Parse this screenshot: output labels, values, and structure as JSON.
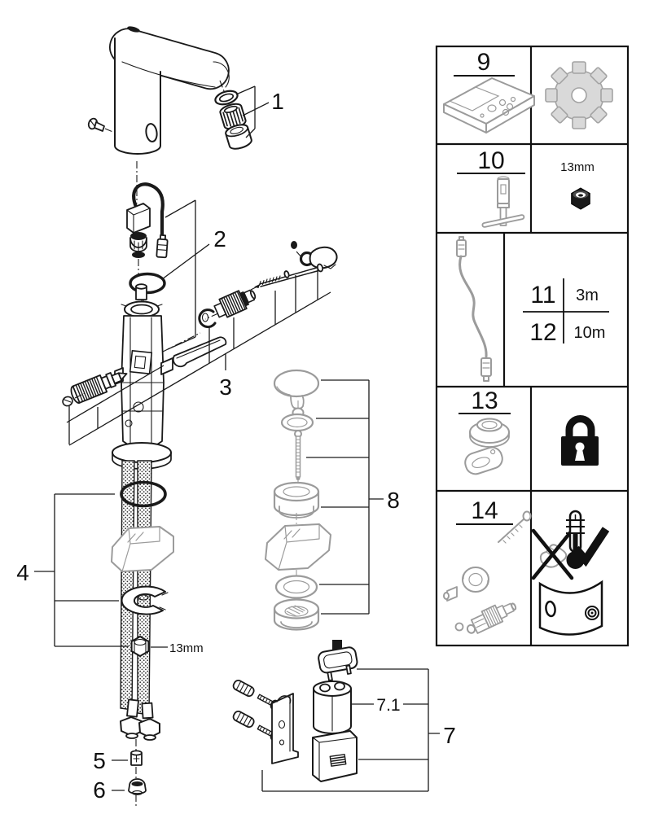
{
  "main_diagram": {
    "labels": {
      "part1": "1",
      "part2": "2",
      "part3": "3",
      "part4": "4",
      "part5": "5",
      "part6": "6",
      "part7": "7",
      "part7_1": "7.1",
      "part8": "8"
    },
    "annotations": {
      "nut_size": "13mm"
    }
  },
  "sidebar": {
    "box9": {
      "label": "9",
      "icon_left": "remote-control-icon",
      "icon_right": "gear-icon"
    },
    "box10": {
      "label": "10",
      "icon_left": "socket-wrench-icon",
      "wrench_size": "13mm",
      "icon_right": "nut-icon"
    },
    "cable_box": {
      "icon_left": "extension-cable-icon",
      "rows": [
        {
          "label": "11",
          "length": "3m"
        },
        {
          "label": "12",
          "length": "10m"
        }
      ]
    },
    "box13": {
      "label": "13",
      "icon_left": "escutcheon-icon",
      "icon_right": "lock-icon"
    },
    "box14": {
      "label": "14",
      "icon_left": "mixing-valve-parts-icon",
      "icons_right": [
        "no-lubricant-icon",
        "thermometer-icon",
        "check-icon",
        "protective-sleeve-icon"
      ]
    }
  },
  "colors": {
    "line": "#1a1a1a",
    "muted": "#9b9b9b",
    "gear_fill": "#d9d9d9",
    "background": "#ffffff"
  }
}
